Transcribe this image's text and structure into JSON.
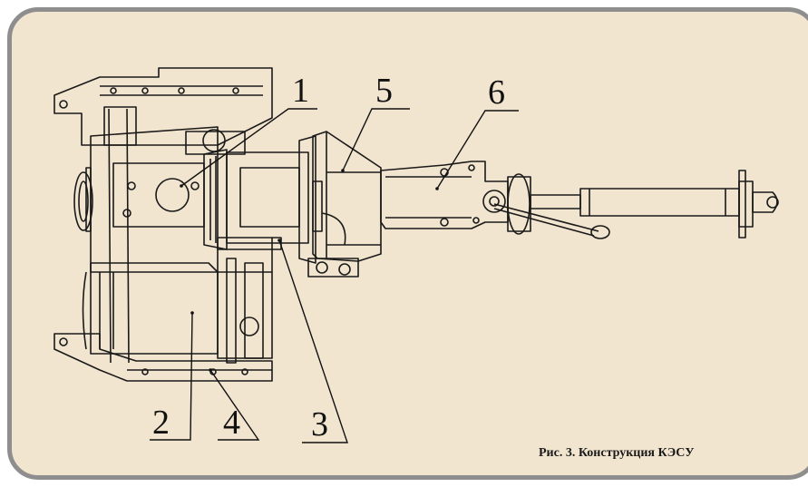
{
  "figure": {
    "caption": "Рис. 3. Конструкция КЭСУ",
    "callouts": [
      "1",
      "2",
      "3",
      "4",
      "5",
      "6"
    ]
  },
  "colors": {
    "background": "#f2e5cf",
    "border": "#8e8e8e",
    "ink": "#1a1a1a"
  }
}
